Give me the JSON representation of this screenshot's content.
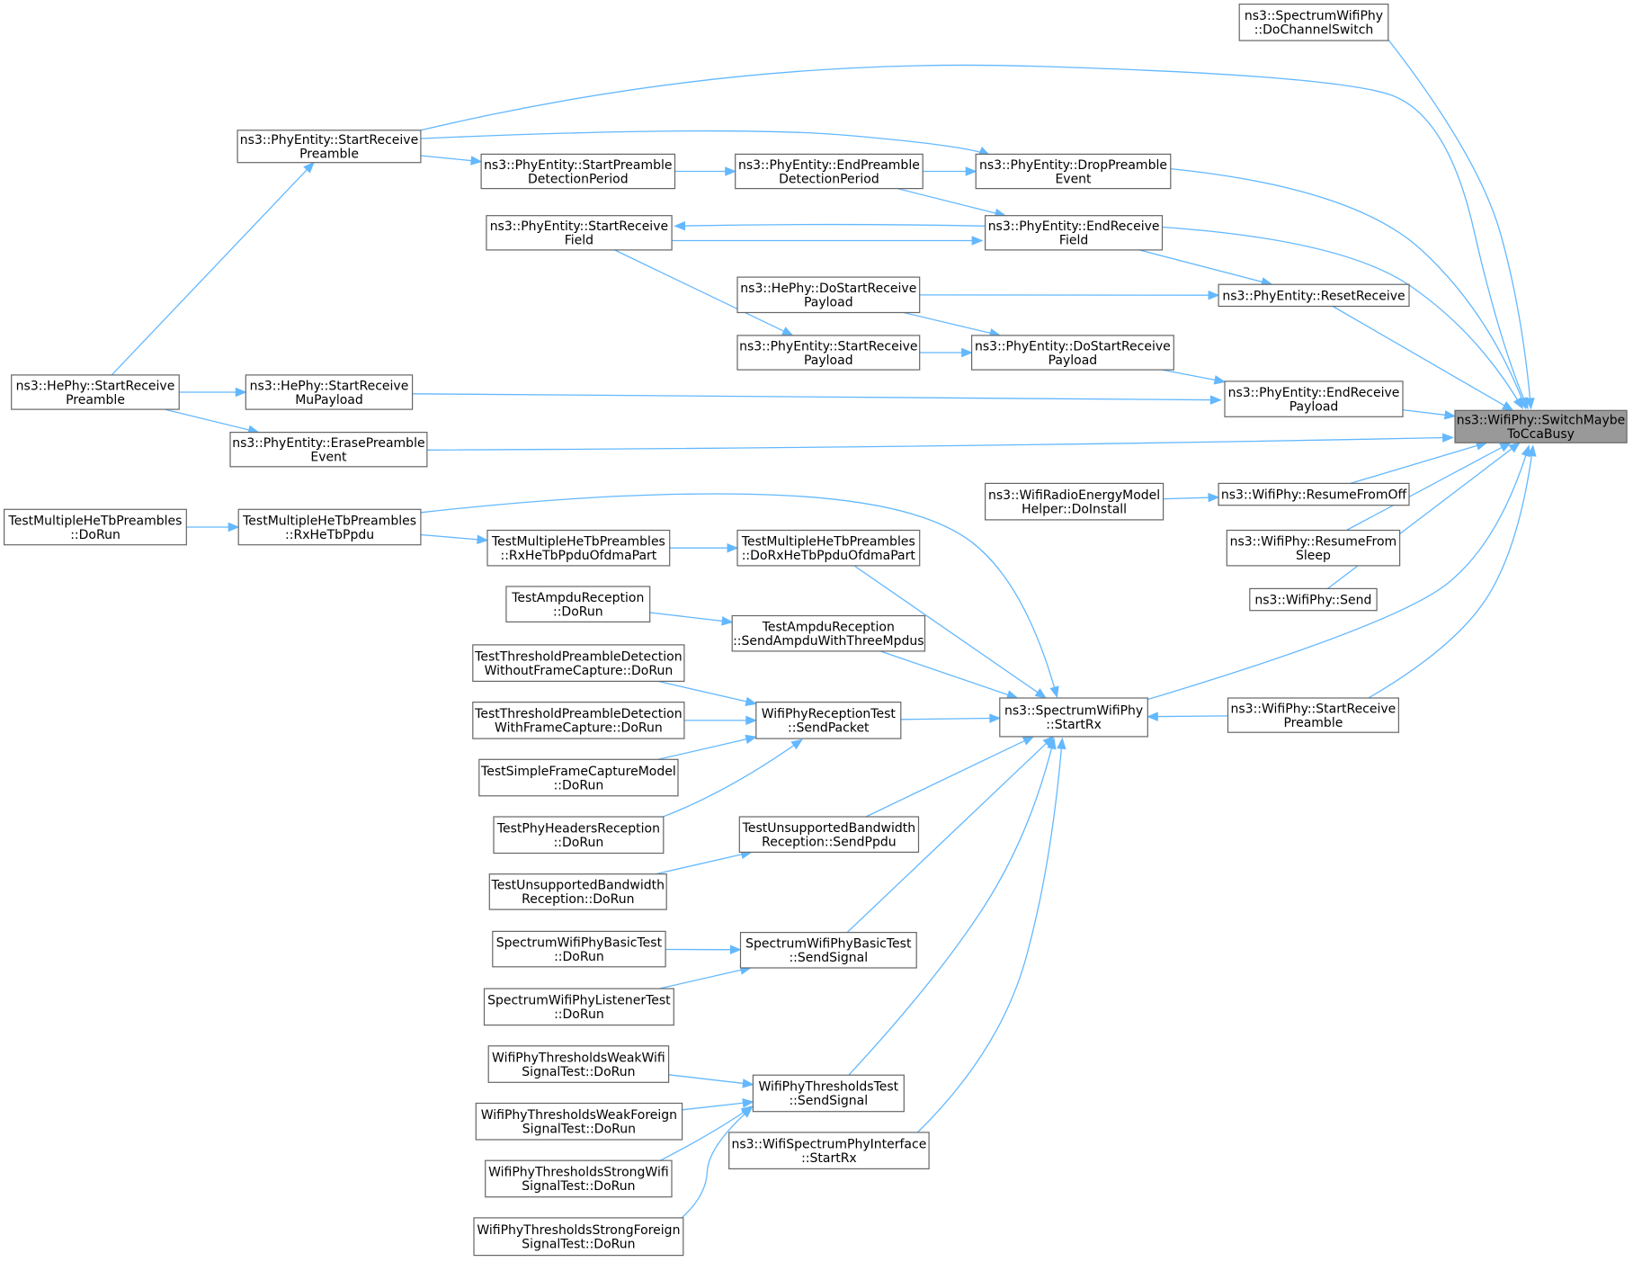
{
  "colors": {
    "edge": "#63b8ff",
    "node_border": "#666666",
    "root_fill": "#999999",
    "node_fill": "#ffffff"
  },
  "nodes": {
    "root": [
      "ns3::WifiPhy::SwitchMaybe",
      "ToCcaBusy"
    ],
    "dochannelswitch": [
      "ns3::SpectrumWifiPhy",
      "::DoChannelSwitch"
    ],
    "phy_startreceivepreamble": [
      "ns3::PhyEntity::StartReceive",
      "Preamble"
    ],
    "startpreambledetection": [
      "ns3::PhyEntity::StartPreamble",
      "DetectionPeriod"
    ],
    "endpreambledetection": [
      "ns3::PhyEntity::EndPreamble",
      "DetectionPeriod"
    ],
    "droppreambleevent": [
      "ns3::PhyEntity::DropPreamble",
      "Event"
    ],
    "startreceivefield": [
      "ns3::PhyEntity::StartReceive",
      "Field"
    ],
    "endreceivefield": [
      "ns3::PhyEntity::EndReceive",
      "Field"
    ],
    "he_dostartreceivepayload": [
      "ns3::HePhy::DoStartReceive",
      "Payload"
    ],
    "resetreceive": [
      "ns3::PhyEntity::ResetReceive"
    ],
    "phy_startreceivepayload": [
      "ns3::PhyEntity::StartReceive",
      "Payload"
    ],
    "phy_dostartreceivepayload": [
      "ns3::PhyEntity::DoStartReceive",
      "Payload"
    ],
    "he_startreceivepreamble": [
      "ns3::HePhy::StartReceive",
      "Preamble"
    ],
    "he_startreceivemupayload": [
      "ns3::HePhy::StartReceive",
      "MuPayload"
    ],
    "endreceivepayload": [
      "ns3::PhyEntity::EndReceive",
      "Payload"
    ],
    "erasepreambleevent": [
      "ns3::PhyEntity::ErasePreamble",
      "Event"
    ],
    "radioenergy": [
      "ns3::WifiRadioEnergyModel",
      "Helper::DoInstall"
    ],
    "resumefromoff": [
      "ns3::WifiPhy::ResumeFromOff"
    ],
    "multihetb_dorun": [
      "TestMultipleHeTbPreambles",
      "::DoRun"
    ],
    "multihetb_rxhetbppdu": [
      "TestMultipleHeTbPreambles",
      "::RxHeTbPpdu"
    ],
    "resumefromsleep": [
      "ns3::WifiPhy::ResumeFrom",
      "Sleep"
    ],
    "multihetb_rxofdma": [
      "TestMultipleHeTbPreambles",
      "::RxHeTbPpduOfdmaPart"
    ],
    "multihetb_dorxofdma": [
      "TestMultipleHeTbPreambles",
      "::DoRxHeTbPpduOfdmaPart"
    ],
    "send": [
      "ns3::WifiPhy::Send"
    ],
    "ampdu_dorun": [
      "TestAmpduReception",
      "::DoRun"
    ],
    "ampdu_send": [
      "TestAmpduReception",
      "::SendAmpduWithThreeMpdus"
    ],
    "thresh_without": [
      "TestThresholdPreambleDetection",
      "WithoutFrameCapture::DoRun"
    ],
    "spectrum_startrx": [
      "ns3::SpectrumWifiPhy",
      "::StartRx"
    ],
    "wifiphy_startreceivepreamble": [
      "ns3::WifiPhy::StartReceive",
      "Preamble"
    ],
    "thresh_with": [
      "TestThresholdPreambleDetection",
      "WithFrameCapture::DoRun"
    ],
    "reception_sendpacket": [
      "WifiPhyReceptionTest",
      "::SendPacket"
    ],
    "simplecapture": [
      "TestSimpleFrameCaptureModel",
      "::DoRun"
    ],
    "headers": [
      "TestPhyHeadersReception",
      "::DoRun"
    ],
    "unsupported_send": [
      "TestUnsupportedBandwidth",
      "Reception::SendPpdu"
    ],
    "unsupported_dorun": [
      "TestUnsupportedBandwidth",
      "Reception::DoRun"
    ],
    "basic_dorun": [
      "SpectrumWifiPhyBasicTest",
      "::DoRun"
    ],
    "basic_send": [
      "SpectrumWifiPhyBasicTest",
      "::SendSignal"
    ],
    "listener_dorun": [
      "SpectrumWifiPhyListenerTest",
      "::DoRun"
    ],
    "weakwifi": [
      "WifiPhyThresholdsWeakWifi",
      "SignalTest::DoRun"
    ],
    "thresholds_send": [
      "WifiPhyThresholdsTest",
      "::SendSignal"
    ],
    "weakforeign": [
      "WifiPhyThresholdsWeakForeign",
      "SignalTest::DoRun"
    ],
    "spectrumiface": [
      "ns3::WifiSpectrumPhyInterface",
      "::StartRx"
    ],
    "strongwifi": [
      "WifiPhyThresholdsStrongWifi",
      "SignalTest::DoRun"
    ],
    "strongforeign": [
      "WifiPhyThresholdsStrongForeign",
      "SignalTest::DoRun"
    ]
  },
  "edges": [
    [
      "dochannelswitch",
      "root"
    ],
    [
      "phy_startreceivepreamble",
      "root"
    ],
    [
      "droppreambleevent",
      "root"
    ],
    [
      "endreceivefield",
      "root"
    ],
    [
      "resetreceive",
      "root"
    ],
    [
      "endreceivepayload",
      "root"
    ],
    [
      "erasepreambleevent",
      "root"
    ],
    [
      "resumefromoff",
      "root"
    ],
    [
      "resumefromsleep",
      "root"
    ],
    [
      "send",
      "root"
    ],
    [
      "spectrum_startrx",
      "root"
    ],
    [
      "wifiphy_startreceivepreamble",
      "root"
    ],
    [
      "phy_startreceivepreamble",
      "startpreambledetection"
    ],
    [
      "phy_startreceivepreamble",
      "droppreambleevent"
    ],
    [
      "startpreambledetection",
      "endpreambledetection"
    ],
    [
      "endpreambledetection",
      "droppreambleevent"
    ],
    [
      "endpreambledetection",
      "endreceivefield"
    ],
    [
      "startreceivefield",
      "endreceivefield"
    ],
    [
      "endreceivefield",
      "startreceivefield"
    ],
    [
      "endreceivefield",
      "resetreceive"
    ],
    [
      "he_dostartreceivepayload",
      "resetreceive"
    ],
    [
      "he_dostartreceivepayload",
      "phy_dostartreceivepayload"
    ],
    [
      "startreceivefield",
      "phy_startreceivepayload"
    ],
    [
      "phy_startreceivepayload",
      "phy_dostartreceivepayload"
    ],
    [
      "phy_dostartreceivepayload",
      "endreceivepayload"
    ],
    [
      "he_startreceivemupayload",
      "endreceivepayload"
    ],
    [
      "he_startreceivepreamble",
      "phy_startreceivepreamble"
    ],
    [
      "he_startreceivepreamble",
      "he_startreceivemupayload"
    ],
    [
      "he_startreceivepreamble",
      "erasepreambleevent"
    ],
    [
      "radioenergy",
      "resumefromoff"
    ],
    [
      "multihetb_dorun",
      "multihetb_rxhetbppdu"
    ],
    [
      "multihetb_rxhetbppdu",
      "multihetb_rxofdma"
    ],
    [
      "multihetb_rxofdma",
      "multihetb_dorxofdma"
    ],
    [
      "multihetb_rxhetbppdu",
      "spectrum_startrx"
    ],
    [
      "multihetb_dorxofdma",
      "spectrum_startrx"
    ],
    [
      "ampdu_dorun",
      "ampdu_send"
    ],
    [
      "ampdu_send",
      "spectrum_startrx"
    ],
    [
      "thresh_without",
      "reception_sendpacket"
    ],
    [
      "thresh_with",
      "reception_sendpacket"
    ],
    [
      "simplecapture",
      "reception_sendpacket"
    ],
    [
      "headers",
      "reception_sendpacket"
    ],
    [
      "reception_sendpacket",
      "spectrum_startrx"
    ],
    [
      "wifiphy_startreceivepreamble",
      "spectrum_startrx"
    ],
    [
      "unsupported_send",
      "spectrum_startrx"
    ],
    [
      "unsupported_dorun",
      "unsupported_send"
    ],
    [
      "basic_dorun",
      "basic_send"
    ],
    [
      "listener_dorun",
      "basic_send"
    ],
    [
      "basic_send",
      "spectrum_startrx"
    ],
    [
      "thresholds_send",
      "spectrum_startrx"
    ],
    [
      "spectrumiface",
      "spectrum_startrx"
    ],
    [
      "weakwifi",
      "thresholds_send"
    ],
    [
      "weakforeign",
      "thresholds_send"
    ],
    [
      "strongwifi",
      "thresholds_send"
    ],
    [
      "strongforeign",
      "thresholds_send"
    ]
  ]
}
